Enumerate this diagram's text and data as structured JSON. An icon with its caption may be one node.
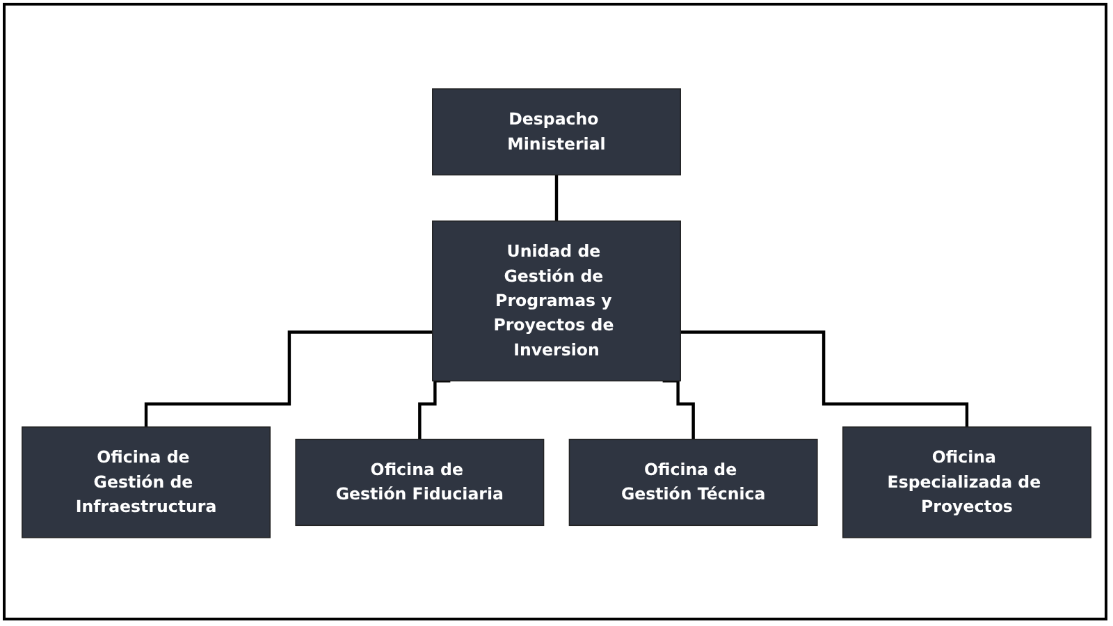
{
  "diagram": {
    "nodes": [
      {
        "text": [
          "Despacho Ministerial"
        ]
      },
      {
        "text": [
          "Unidad de Gestión de Programas y Proyectos de Inversion"
        ]
      },
      {
        "text": [
          "Oficina de Gestión de Infraestructura"
        ]
      },
      {
        "text": [
          "Oficina de Gestión Fiduciaria"
        ]
      },
      {
        "text": [
          "Oficina de Gestión Técnica"
        ]
      },
      {
        "text": [
          "Oficina Especializada de Proyectos"
        ]
      }
    ],
    "edges": [
      {
        "from": 0,
        "to": 1,
        "arrow": "none"
      },
      {
        "from": 1,
        "to": 2,
        "arrow": "none"
      },
      {
        "from": 1,
        "to": 3,
        "arrow": "none"
      },
      {
        "from": 1,
        "to": 4,
        "arrow": "none"
      },
      {
        "from": 1,
        "to": 5,
        "arrow": "none"
      }
    ]
  }
}
